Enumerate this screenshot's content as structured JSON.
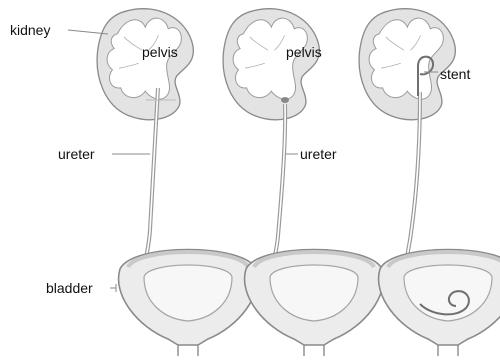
{
  "labels": {
    "kidney": "kidney",
    "pelvis_left": "pelvis",
    "pelvis_middle": "pelvis",
    "stent": "stent",
    "ureter_left": "ureter",
    "ureter_middle": "ureter",
    "bladder": "bladder"
  },
  "colors": {
    "kidney_fill": "#e3e3e3",
    "kidney_edge": "#8a8a8a",
    "calyx_fill": "#ffffff",
    "tube": "#9a9a9a",
    "bladder_fill": "#ececec",
    "bladder_rim": "#c9c9c9",
    "leader": "#888888"
  }
}
